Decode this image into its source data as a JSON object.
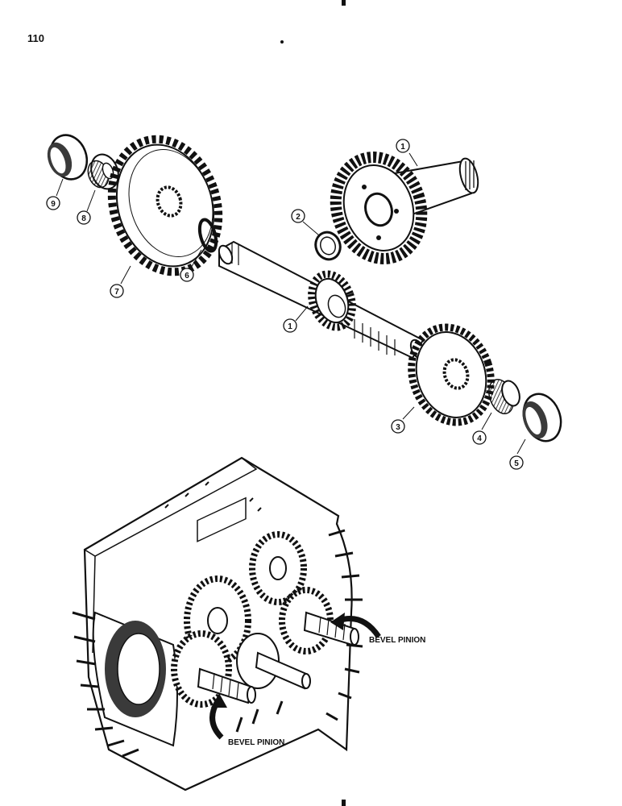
{
  "page": {
    "number": "110"
  },
  "callouts": [
    "1",
    "2",
    "1",
    "9",
    "8",
    "7",
    "6",
    "3",
    "4",
    "5"
  ],
  "labels": {
    "bevel_pinion_right": "BEVEL PINION",
    "bevel_pinion_bottom": "BEVEL PINION"
  },
  "colors": {
    "ink": "#111111",
    "paper": "#ffffff",
    "shade": "#3a3a3a"
  }
}
